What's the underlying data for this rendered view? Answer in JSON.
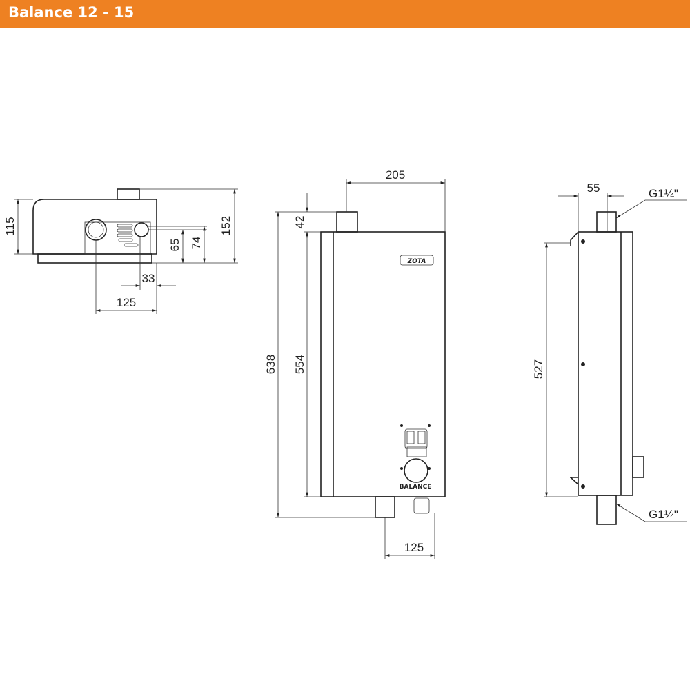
{
  "header": {
    "title": "Balance 12 - 15"
  },
  "top_view": {
    "dims": {
      "height_body": "115",
      "height_total": "152",
      "pipe_height": "65",
      "knob_height": "74",
      "offset": "33",
      "width": "125"
    }
  },
  "front_view": {
    "dims": {
      "width": "205",
      "top_pipe": "42",
      "total_height": "638",
      "body_height": "554",
      "bottom_offset": "125"
    },
    "logo": "ZOTA",
    "panel_label": "BALANCE"
  },
  "side_view": {
    "dims": {
      "pipe_offset": "55",
      "mount_height": "527"
    },
    "thread_top": "G1¼\"",
    "thread_bottom": "G1¼\""
  },
  "colors": {
    "header": "#ee8122",
    "line": "#222222"
  }
}
